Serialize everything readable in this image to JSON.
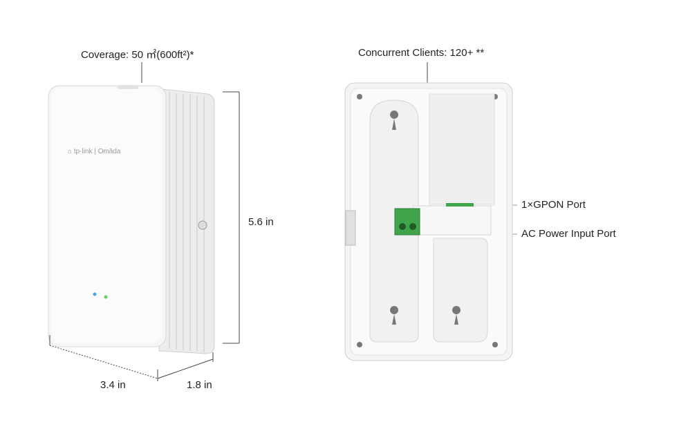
{
  "annotations": {
    "coverage": "Coverage: 50 ㎡(600ft²)*",
    "clients": "Concurrent Clients: 120+ **",
    "height": "5.6 in",
    "width": "3.4 in",
    "depth": "1.8 in",
    "gpon_port": "1×GPON Port",
    "ac_port": "AC Power Input Port"
  },
  "branding": {
    "logo": "tp-link | Omāda"
  },
  "colors": {
    "device_white": "#f4f4f4",
    "terminal_green": "#3fa44a",
    "led_blue": "#4aa8e8",
    "led_green": "#5fd35a"
  }
}
